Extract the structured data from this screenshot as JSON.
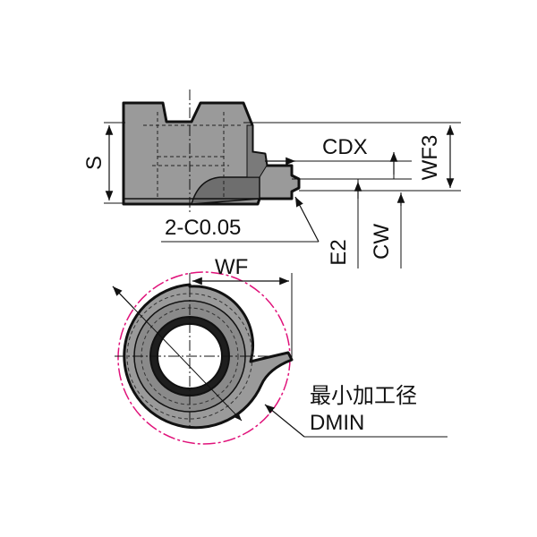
{
  "labels": {
    "s": "S",
    "cdx": "CDX",
    "wf3": "WF3",
    "chamfer": "2-C0.05",
    "e2": "E2",
    "cw": "CW",
    "wf": "WF",
    "min_dia_jp": "最小加工径",
    "dmin": "DMIN"
  },
  "colors": {
    "body_fill": "#9a9a9a",
    "body_dark": "#5c5c5c",
    "outline": "#111111",
    "dmin_circle": "#e0127a"
  }
}
